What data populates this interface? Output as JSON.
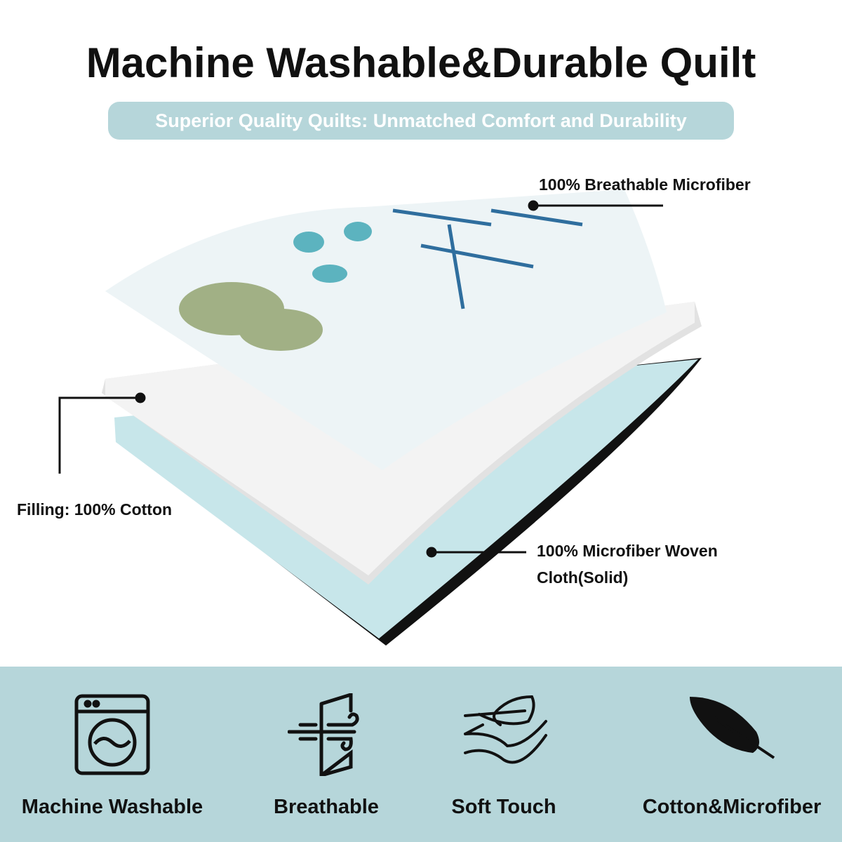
{
  "header": {
    "title": "Machine Washable&Durable Quilt",
    "subtitle": "Superior Quality Quilts: Unmatched Comfort and Durability"
  },
  "layers": {
    "top": "100% Breathable Microfiber",
    "filling": "Filling: 100% Cotton",
    "bottom_line1": "100% Microfiber Woven",
    "bottom_line2": "Cloth(Solid)"
  },
  "features": [
    {
      "label": "Machine Washable",
      "icon": "washing-machine-icon"
    },
    {
      "label": "Breathable",
      "icon": "wind-door-icon"
    },
    {
      "label": "Soft Touch",
      "icon": "feather-layers-icon"
    },
    {
      "label": "Cotton&Microfiber",
      "icon": "feather-icon"
    }
  ],
  "colors": {
    "accent": "#b6d6da"
  }
}
